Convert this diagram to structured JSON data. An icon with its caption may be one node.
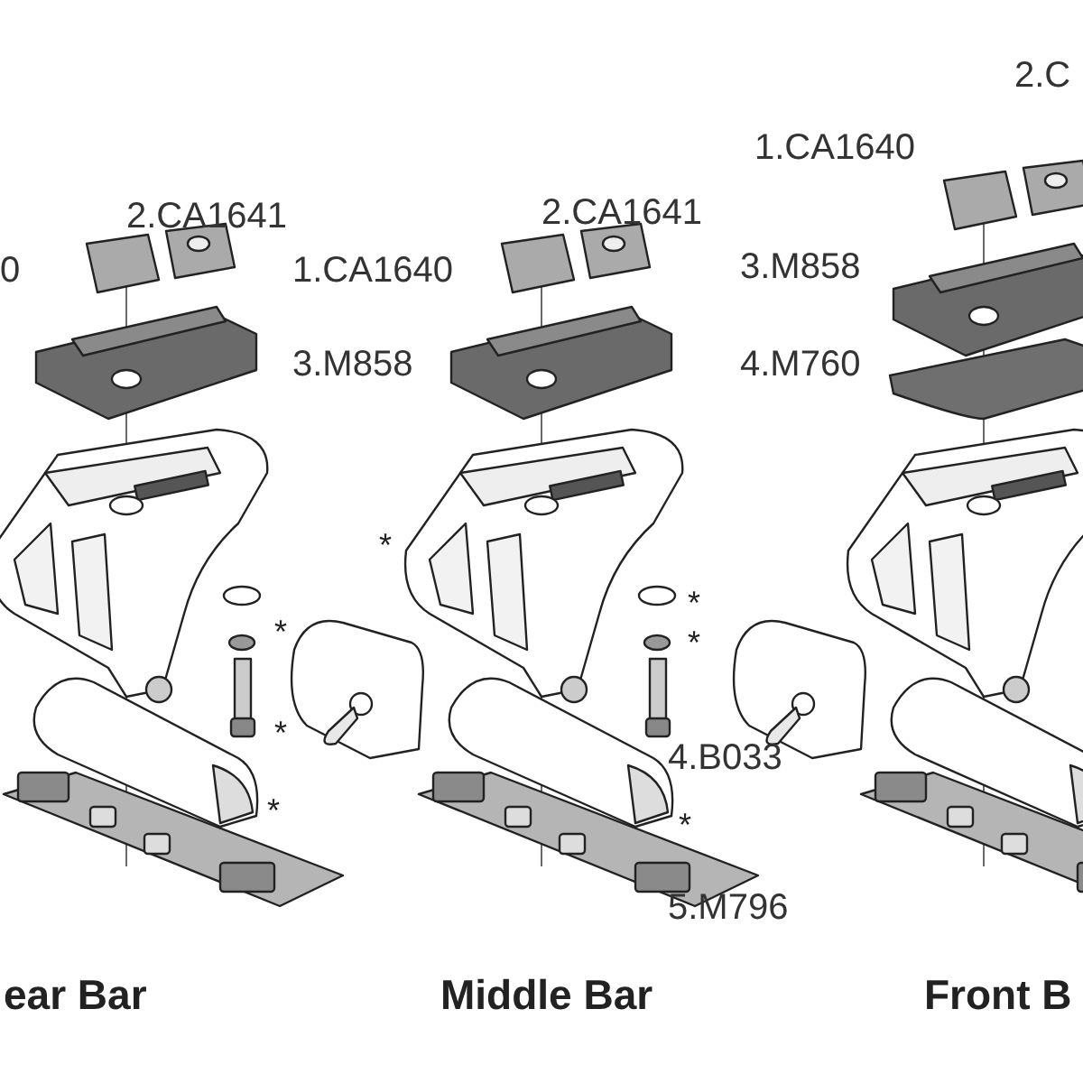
{
  "diagram": {
    "labels": [
      "2.C",
      "1.CA1640",
      "2.CA1641",
      "2.CA1641",
      "0",
      "1.CA1640",
      "3.M858",
      "3.M858",
      "4.M760",
      "*",
      "*",
      "*",
      "*",
      "*",
      "4.B033",
      "*",
      "*",
      "5.M796",
      "ear Bar",
      "Middle Bar",
      "Front B"
    ]
  }
}
